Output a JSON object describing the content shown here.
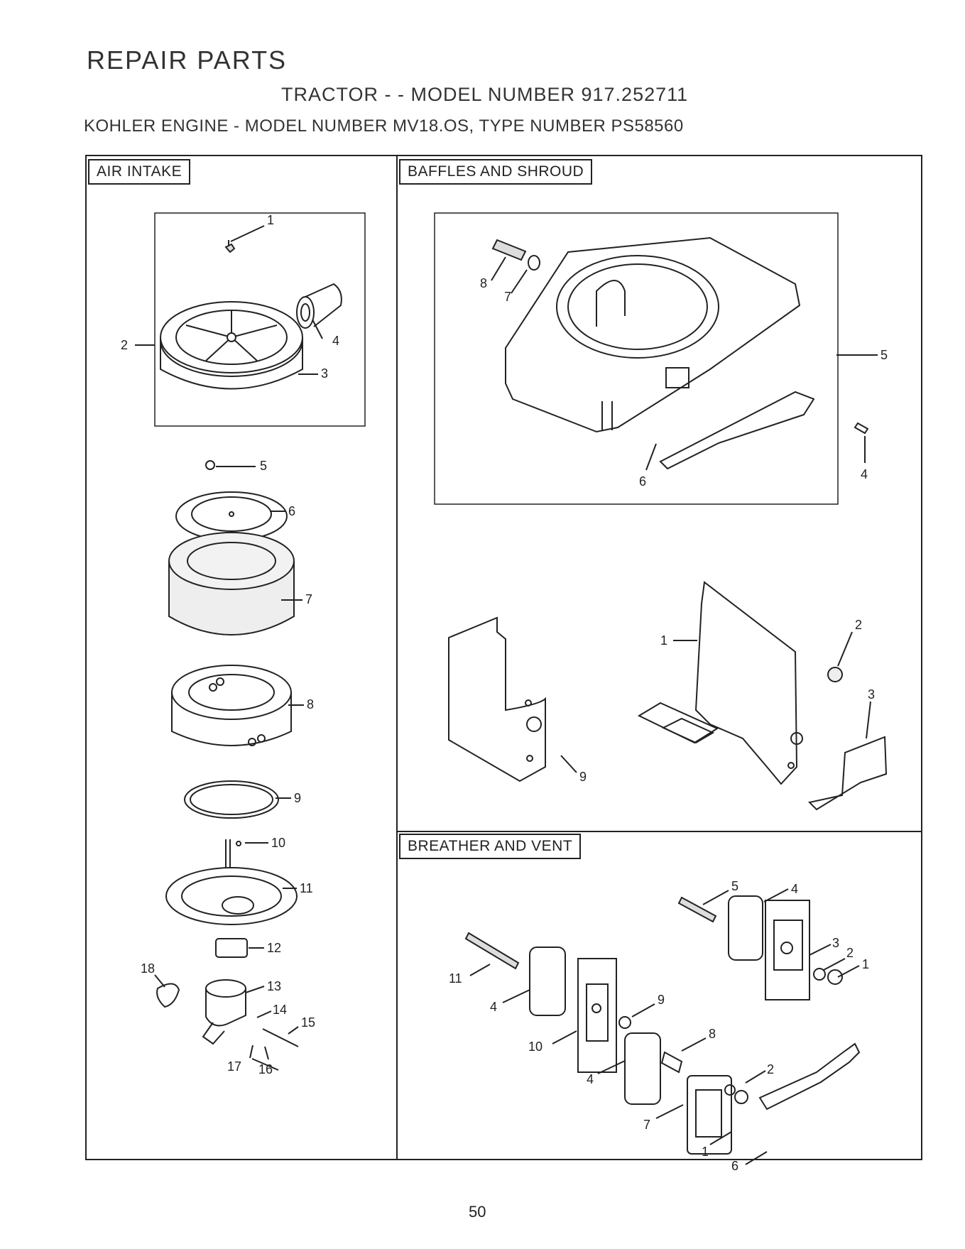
{
  "header": {
    "title": "REPAIR PARTS",
    "tractor_line": "TRACTOR - - MODEL NUMBER 917.252711",
    "engine_line": "KOHLER ENGINE - MODEL NUMBER MV18.OS, TYPE NUMBER PS58560"
  },
  "sections": {
    "air_intake": {
      "label": "AIR INTAKE",
      "callouts": [
        "1",
        "2",
        "3",
        "4",
        "5",
        "6",
        "7",
        "8",
        "9",
        "10",
        "11",
        "12",
        "13",
        "14",
        "15",
        "16",
        "17",
        "18"
      ]
    },
    "baffles_shroud": {
      "label": "BAFFLES AND SHROUD",
      "callouts": [
        "8",
        "7",
        "5",
        "4",
        "6",
        "1",
        "2",
        "3",
        "9"
      ]
    },
    "breather_vent": {
      "label": "BREATHER AND VENT",
      "callouts": [
        "5",
        "4",
        "3",
        "2",
        "1",
        "11",
        "4",
        "9",
        "10",
        "8",
        "4",
        "2",
        "7",
        "1",
        "6"
      ]
    }
  },
  "page_number": "50"
}
